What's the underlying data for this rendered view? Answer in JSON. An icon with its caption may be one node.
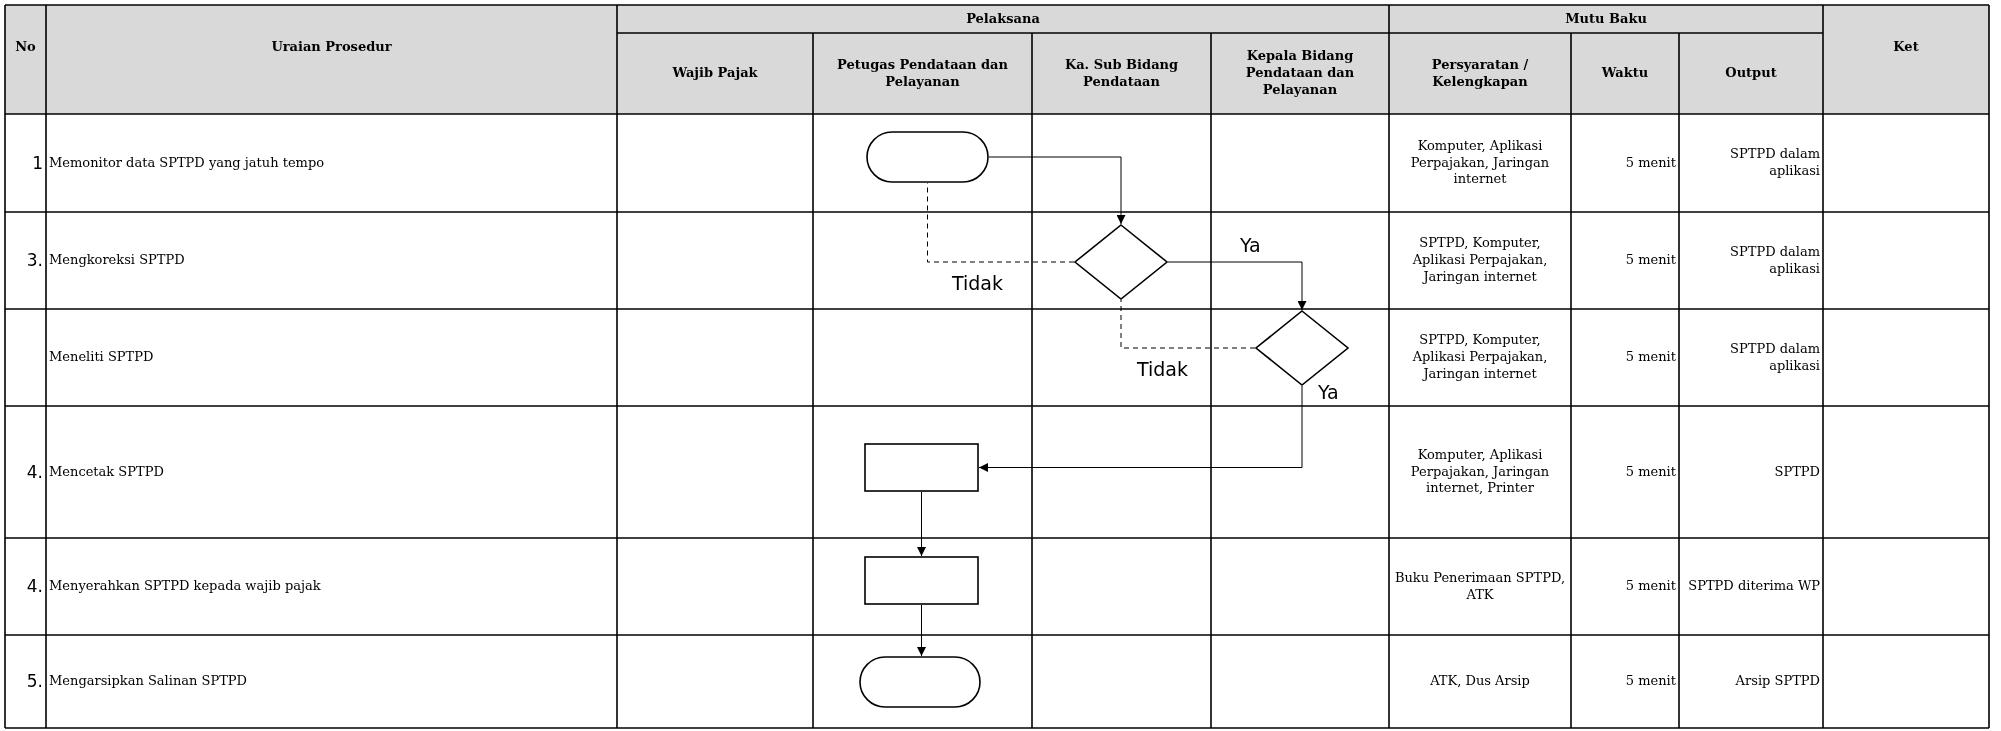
{
  "diagram": {
    "nodes": [
      {
        "text": [],
        "shape": "oval"
      },
      {
        "text": [],
        "shape": "diamond"
      },
      {
        "text": [],
        "shape": "diamond"
      },
      {
        "text": [],
        "shape": "box"
      },
      {
        "text": [],
        "shape": "box"
      },
      {
        "text": [],
        "shape": "oval"
      }
    ],
    "edges": [
      {
        "from": 0,
        "to": 1,
        "arrow": "to"
      },
      {
        "from": 1,
        "to": 0,
        "arrow": "none",
        "style": "dashed",
        "label": "Tidak"
      },
      {
        "from": 1,
        "to": 2,
        "arrow": "to",
        "label": "Ya"
      },
      {
        "from": 2,
        "to": 1,
        "arrow": "none",
        "style": "dashed",
        "label": "Tidak"
      },
      {
        "from": 2,
        "to": 3,
        "arrow": "to",
        "label": "Ya"
      },
      {
        "from": 3,
        "to": 4,
        "arrow": "to"
      },
      {
        "from": 4,
        "to": 5,
        "arrow": "to"
      }
    ],
    "labels": [
      "No",
      "Uraian Prosedur",
      "Pelaksana",
      "Mutu Baku",
      "Ket",
      "Wajib Pajak",
      "Petugas Pendataan dan Pelayanan",
      "Ka. Sub Bidang Pendataan",
      "Kepala Bidang Pendataan dan Pelayanan",
      "Persyaratan / Kelengkapan",
      "Waktu",
      "Output",
      "1",
      "Memonitor data SPTPD yang jatuh tempo",
      "Komputer, Aplikasi Perpajakan, Jaringan internet",
      "5 menit",
      "SPTPD dalam aplikasi",
      "3.",
      "Mengkoreksi SPTPD",
      "SPTPD, Komputer, Aplikasi Perpajakan, Jaringan internet",
      "5 menit",
      "SPTPD dalam aplikasi",
      "Meneliti SPTPD",
      "SPTPD, Komputer, Aplikasi Perpajakan, Jaringan internet",
      "5 menit",
      "SPTPD dalam aplikasi",
      "4.",
      "Mencetak SPTPD",
      "Komputer, Aplikasi Perpajakan, Jaringan internet, Printer",
      "5 menit",
      "SPTPD",
      "4.",
      "Menyerahkan SPTPD kepada wajib pajak",
      "Buku Penerimaan SPTPD, ATK",
      "5 menit",
      "SPTPD diterima WP",
      "5.",
      "Mengarsipkan Salinan SPTPD",
      "ATK, Dus Arsip",
      "5 menit",
      "Arsip SPTPD"
    ]
  }
}
